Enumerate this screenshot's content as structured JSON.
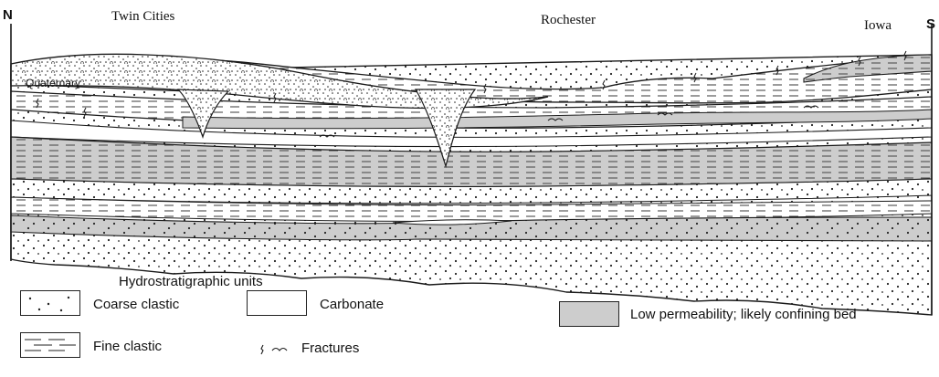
{
  "diagram": {
    "orientation": {
      "left": "N",
      "right": "S"
    },
    "places": {
      "twin_cities": "Twin Cities",
      "rochester": "Rochester",
      "iowa": "Iowa"
    },
    "units_in_section": {
      "quaternary": "Quaternary"
    },
    "legend": {
      "title": "Hydrostratigraphic units",
      "coarse_clastic": "Coarse clastic",
      "fine_clastic": "Fine clastic",
      "carbonate": "Carbonate",
      "fractures": "Fractures",
      "low_permeability": "Low permeability; likely confining bed"
    },
    "colors": {
      "ink": "#1a1a1a",
      "confining": "#c9c9c9",
      "paper": "#ffffff"
    }
  }
}
